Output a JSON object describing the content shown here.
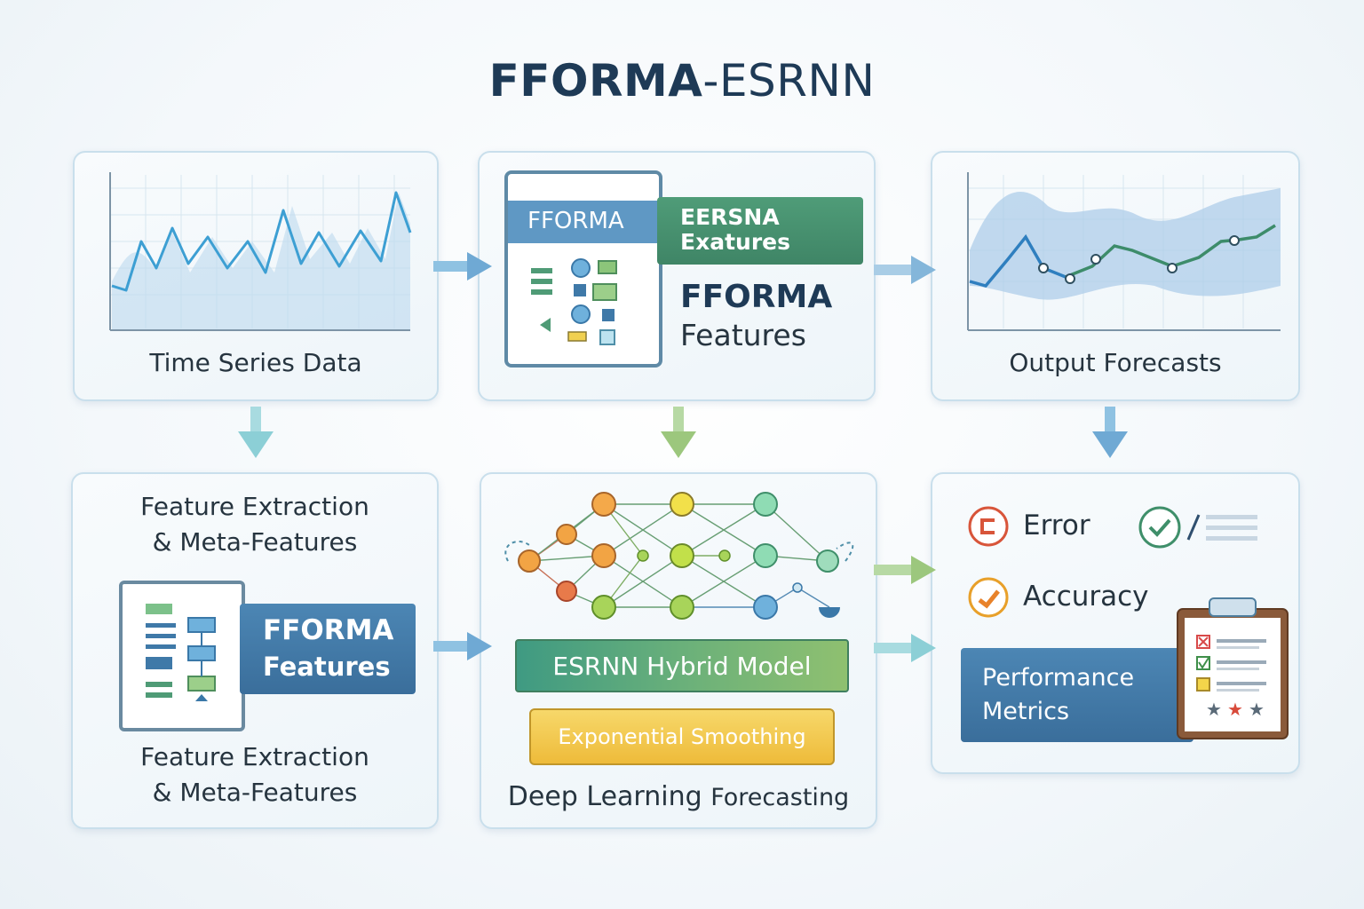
{
  "title": {
    "part1": "FFORMA",
    "part2": "-ESRNN"
  },
  "panels": {
    "time_series": {
      "caption": "Time Series Data"
    },
    "fforma_top": {
      "doc_label": "FFORMA",
      "banner_line1": "EERSNA",
      "banner_line2": "Exatures",
      "heading_line1": "FFORMA",
      "heading_line2": "Features"
    },
    "output": {
      "caption": "Output Forecasts"
    },
    "feature_extraction": {
      "caption_top_line1": "Feature Extraction",
      "caption_top_line2": "& Meta-Features",
      "banner_line1": "FFORMA",
      "banner_line2": "Features",
      "caption_bottom_line1": "Feature Extraction",
      "caption_bottom_line2": "& Meta-Features"
    },
    "deep_learning": {
      "hybrid_label": "ESRNN Hybrid Model",
      "smoothing_label": "Exponential Smoothing",
      "caption_part1": "Deep Learning",
      "caption_part2": "Forecasting"
    },
    "metrics": {
      "error_label": "Error",
      "accuracy_label": "Accuracy",
      "banner_line1": "Performance",
      "banner_line2": "Metrics"
    }
  },
  "colors": {
    "title": "#1e3a56",
    "blue_banner": "#3f79a8",
    "green_banner": "#3f8f6a",
    "hybrid_band": "#4aa07a",
    "smoothing_band": "#f0c44a",
    "arrow_blue": "#6fa9d4",
    "arrow_green": "#9cc77d"
  }
}
